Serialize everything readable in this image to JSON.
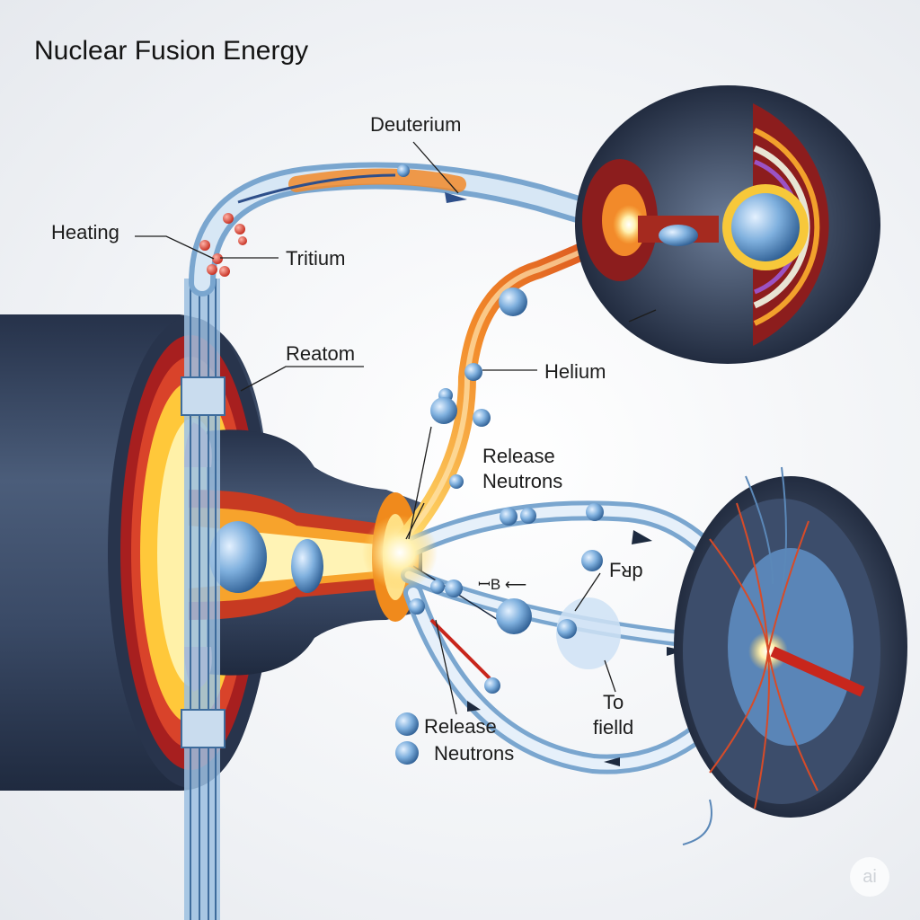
{
  "title": "Nuclear Fusion Energy",
  "labels": {
    "deuterium": "Deuterium",
    "heating": "Heating",
    "tritium": "Tritium",
    "reatom": "Reatom",
    "helium": "Helium",
    "release_neutrons_top": "Release\nNeutrons",
    "fap": "Fᴚp",
    "b_mark": "ꟷB ⟵",
    "to_field": "To\nfielld",
    "release": "Release",
    "neutrons": "Neutrons"
  },
  "badge": "ai",
  "colors": {
    "reactor_shell": "#2f3d55",
    "plasma_core": "#ffe9a0",
    "heat_orange": "#f08a1c",
    "hot_red": "#c8261c",
    "tube_blue": "#7aa6cf",
    "particle_blue": "#5d8fc0"
  }
}
